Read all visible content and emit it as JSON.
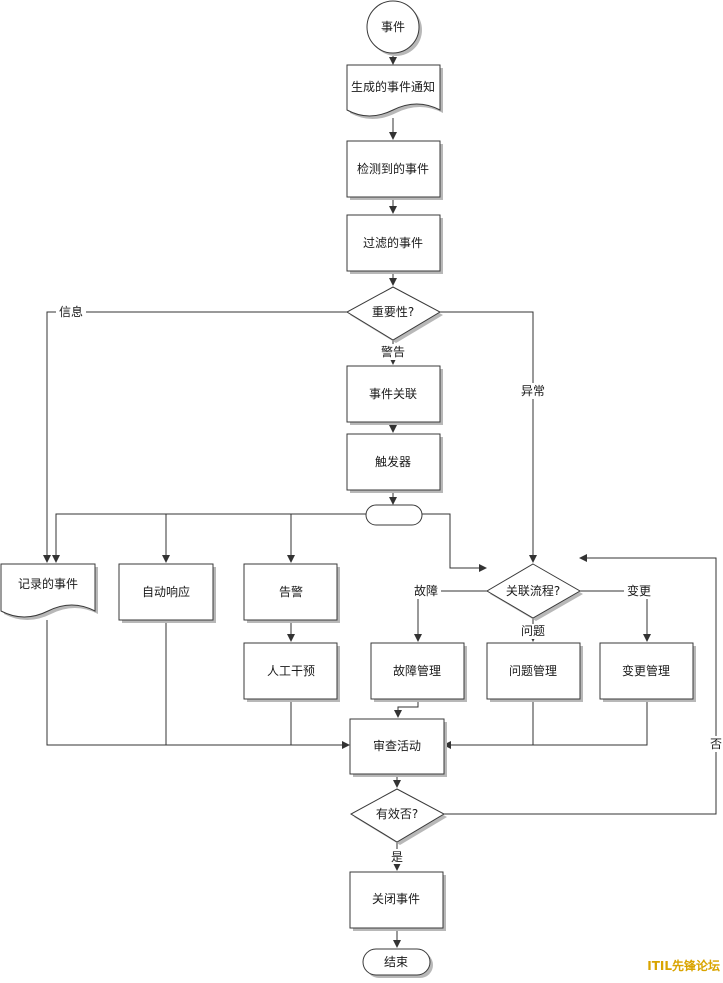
{
  "nodes": {
    "event": "事件",
    "notification": "生成的事件通知",
    "detected": "检测到的事件",
    "filtered": "过滤的事件",
    "importance": "重要性?",
    "correlation": "事件关联",
    "trigger": "触发器",
    "logged": "记录的事件",
    "auto_response": "自动响应",
    "alert": "告警",
    "manual": "人工干预",
    "related_process": "关联流程?",
    "incident_mgmt": "故障管理",
    "problem_mgmt": "问题管理",
    "change_mgmt": "变更管理",
    "review": "审查活动",
    "effective": "有效否?",
    "close": "关闭事件",
    "end": "结束"
  },
  "edge_labels": {
    "info": "信息",
    "warning": "警告",
    "exception": "异常",
    "incident": "故障",
    "problem": "问题",
    "change": "变更",
    "no": "否",
    "yes": "是"
  },
  "watermark": "ITIL先锋论坛"
}
